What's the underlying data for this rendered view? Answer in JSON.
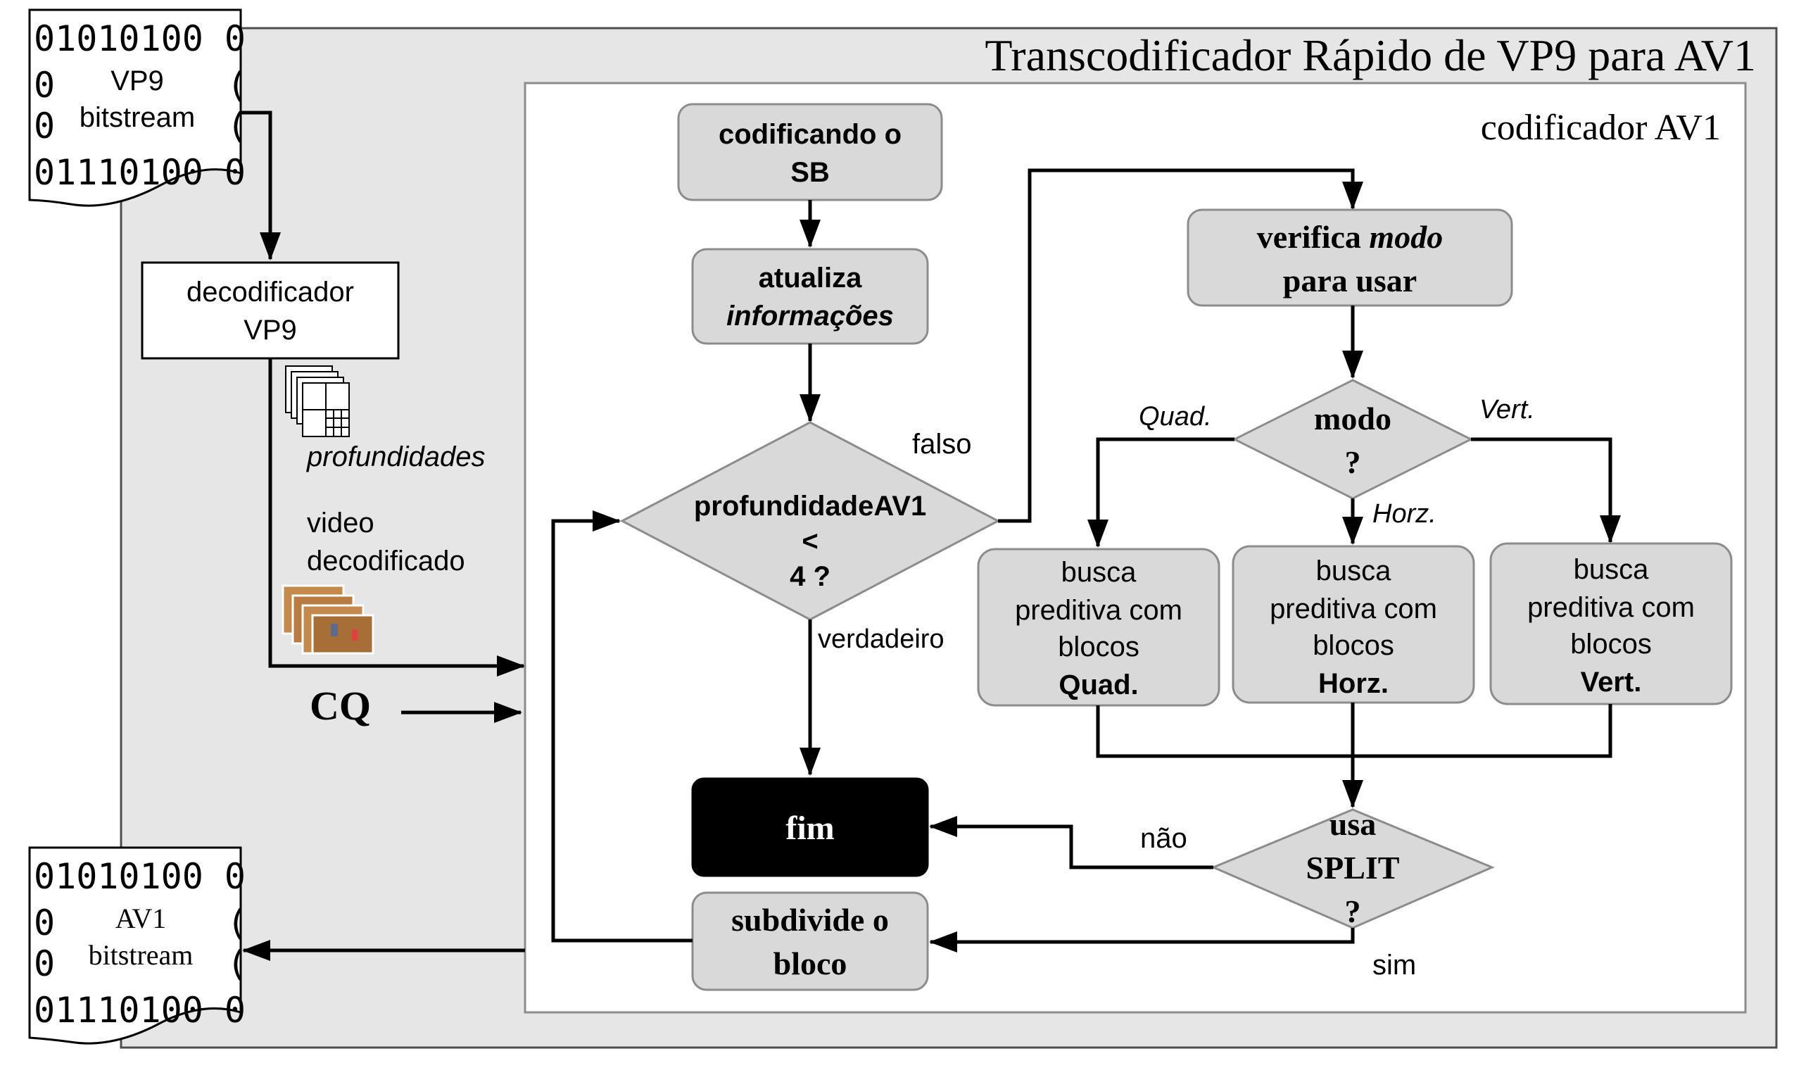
{
  "title": "Transcodificador Rápido de VP9 para AV1",
  "encoder_label": "codificador AV1",
  "input_stream": {
    "lines": [
      "01010100 0",
      "0",
      "0",
      "01110100 0"
    ],
    "label1": "VP9",
    "label2": "bitstream"
  },
  "output_stream": {
    "lines": [
      "01010100 0",
      "0",
      "0",
      "01110100 0"
    ],
    "label1": "AV1",
    "label2": "bitstream"
  },
  "decoder": {
    "line1": "decodificador",
    "line2": "VP9"
  },
  "depths_label": "profundidades",
  "decoded_video": {
    "line1": "video",
    "line2": "decodificado"
  },
  "cq_label": "CQ",
  "nodes": {
    "encode_sb": {
      "line1": "codificando o",
      "line2": "SB"
    },
    "update": {
      "line1": "atualiza",
      "line2": "informações"
    },
    "depth_check": {
      "line1": "profundidadeAV1",
      "line2": "<",
      "line3": "4 ?"
    },
    "verify_mode": {
      "line1a": "verifica ",
      "line1b": "modo",
      "line2": "para usar"
    },
    "mode": {
      "line1": "modo",
      "line2": "?"
    },
    "search_quad": {
      "line1": "busca",
      "line2": "preditiva com",
      "line3": "blocos",
      "line4": "Quad."
    },
    "search_horz": {
      "line1": "busca",
      "line2": "preditiva com",
      "line3": "blocos",
      "line4": "Horz."
    },
    "search_vert": {
      "line1": "busca",
      "line2": "preditiva com",
      "line3": "blocos",
      "line4": "Vert."
    },
    "use_split": {
      "line1": "usa",
      "line2": "SPLIT",
      "line3": "?"
    },
    "end": {
      "label": "fim"
    },
    "subdivide": {
      "line1": "subdivide o",
      "line2": "bloco"
    }
  },
  "edge_labels": {
    "false": "falso",
    "true": "verdadeiro",
    "quad": "Quad.",
    "vert": "Vert.",
    "horz": "Horz.",
    "no": "não",
    "yes": "sim"
  },
  "colors": {
    "outer_panel": "#e6e6e6",
    "node_fill": "#d9d9d9",
    "node_stroke": "#8c8c8c",
    "end_fill": "#000000",
    "line": "#000000"
  }
}
